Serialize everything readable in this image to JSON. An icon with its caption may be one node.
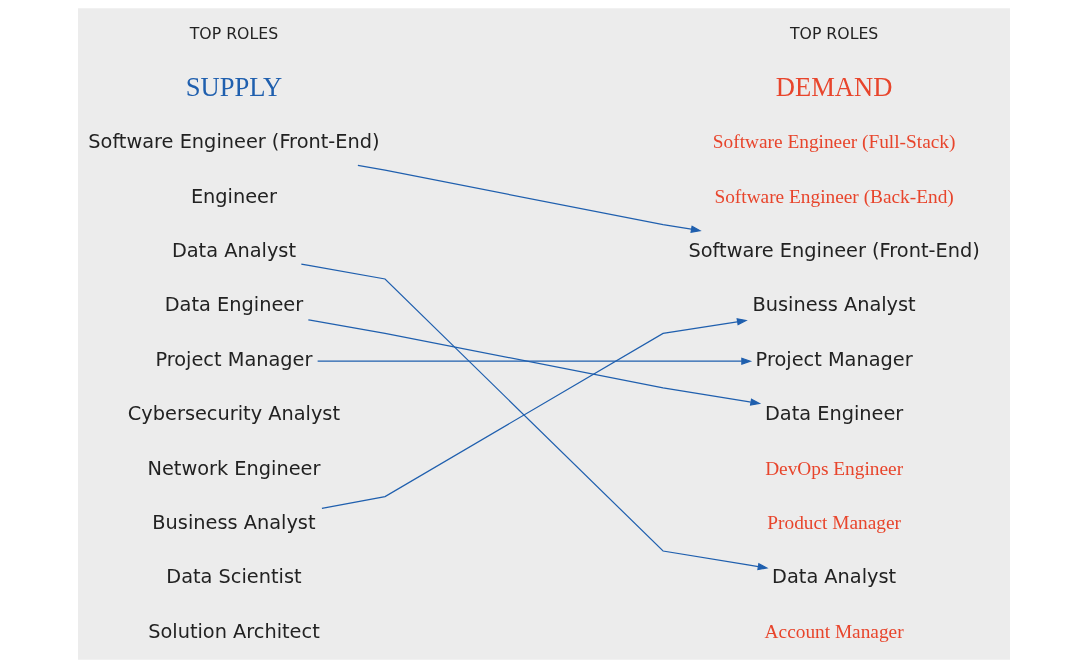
{
  "diagram": {
    "nodes": [
      {
        "text": [
          "Software Engineer (Front-End)"
        ]
      },
      {
        "text": [
          "Engineer"
        ]
      },
      {
        "text": [
          "Data Analyst"
        ]
      },
      {
        "text": [
          "Data Engineer"
        ]
      },
      {
        "text": [
          "Project Manager"
        ]
      },
      {
        "text": [
          "Cybersecurity Analyst"
        ]
      },
      {
        "text": [
          "Network Engineer"
        ]
      },
      {
        "text": [
          "Business Analyst"
        ]
      },
      {
        "text": [
          "Data Scientist"
        ]
      },
      {
        "text": [
          "Solution Architect"
        ]
      },
      {
        "text": [
          "Software Engineer (Full-Stack)"
        ]
      },
      {
        "text": [
          "Software Engineer (Back-End)"
        ]
      },
      {
        "text": [
          "Software Engineer (Front-End)"
        ]
      },
      {
        "text": [
          "Business Analyst"
        ]
      },
      {
        "text": [
          "Project Manager"
        ]
      },
      {
        "text": [
          "Data Engineer"
        ]
      },
      {
        "text": [
          "DevOps Engineer"
        ]
      },
      {
        "text": [
          "Product Manager"
        ]
      },
      {
        "text": [
          "Data Analyst"
        ]
      },
      {
        "text": [
          "Account Manager"
        ]
      }
    ],
    "edges": [
      {
        "from": 0,
        "to": 12,
        "arrow": "to"
      },
      {
        "from": 2,
        "to": 18,
        "arrow": "to"
      },
      {
        "from": 3,
        "to": 15,
        "arrow": "to"
      },
      {
        "from": 4,
        "to": 14,
        "arrow": "to"
      },
      {
        "from": 7,
        "to": 13,
        "arrow": "to"
      }
    ],
    "labels": [
      "TOP ROLES",
      "SUPPLY",
      "TOP ROLES",
      "DEMAND"
    ]
  }
}
